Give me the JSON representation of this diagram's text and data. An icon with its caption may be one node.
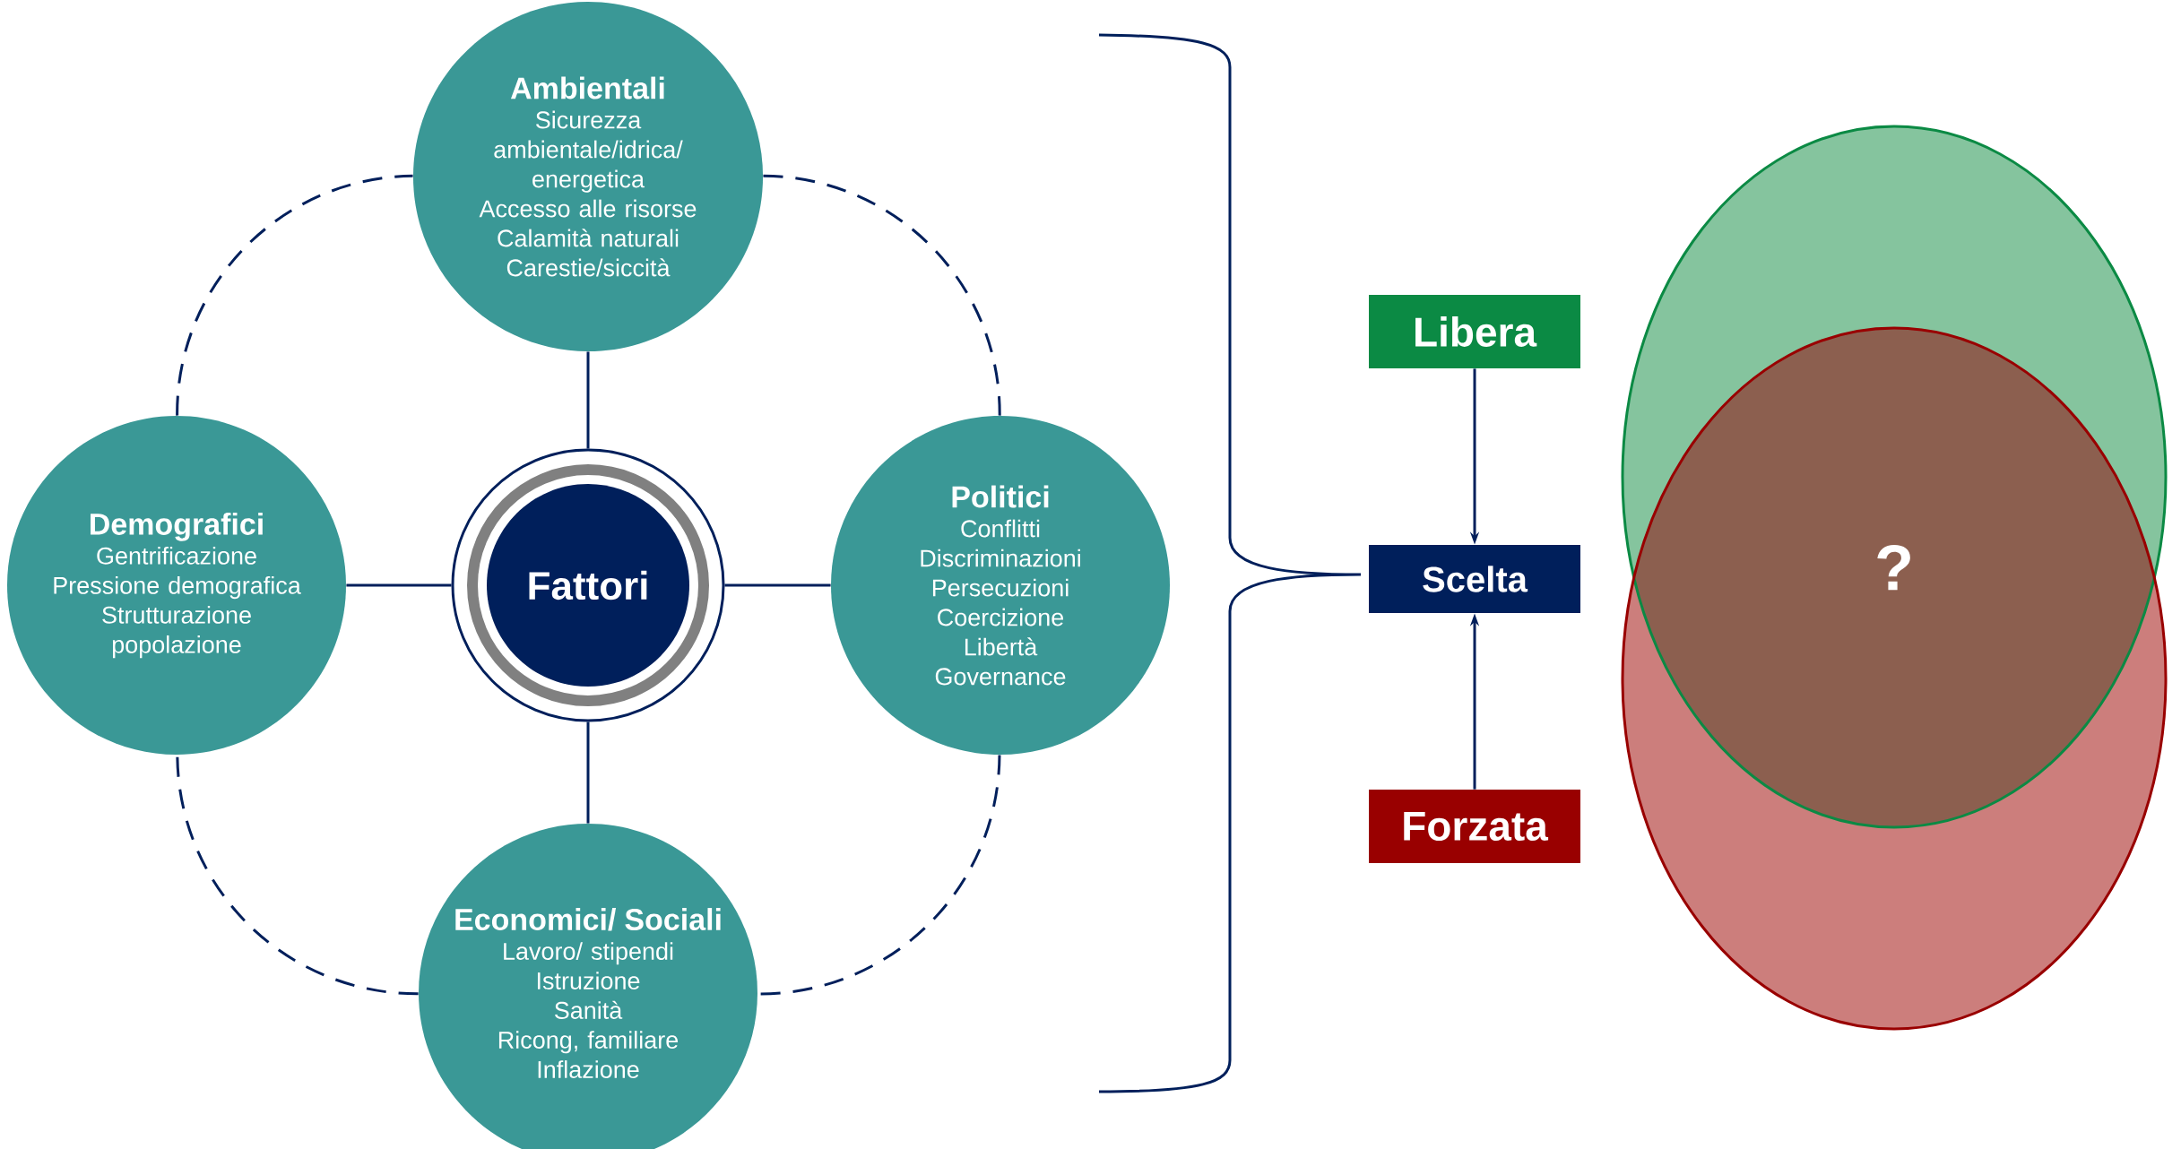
{
  "diagram": {
    "nodes": [
      {
        "text": [
          "Ambientali",
          "Sicurezza ambientale/idrica/ energetica",
          "Accesso alle risorse",
          "Calamità naturali",
          "Carestie/siccità"
        ]
      },
      {
        "text": [
          "Demografici",
          "Gentrificazione",
          "Pressione demografica",
          "Strutturazione popolazione"
        ]
      },
      {
        "text": [
          "Fattori"
        ]
      },
      {
        "text": [
          "Politici",
          "Conflitti",
          "Discriminazioni",
          "Persecuzioni",
          "Coercizione",
          "Libertà",
          "Governance"
        ]
      },
      {
        "text": [
          "Economici/ Sociali",
          "Lavoro/ stipendi",
          "Istruzione",
          "Sanità",
          "Ricong, familiare",
          "Inflazione"
        ]
      },
      {
        "text": [
          "Libera"
        ]
      },
      {
        "text": [
          "Scelta"
        ]
      },
      {
        "text": [
          "Forzata"
        ]
      }
    ],
    "edges": [
      {
        "from": 2,
        "to": 0,
        "arrow": "none"
      },
      {
        "from": 2,
        "to": 1,
        "arrow": "none"
      },
      {
        "from": 2,
        "to": 3,
        "arrow": "none"
      },
      {
        "from": 2,
        "to": 4,
        "arrow": "none"
      },
      {
        "from": 0,
        "to": 3,
        "arrow": "none",
        "style": "dashed"
      },
      {
        "from": 3,
        "to": 4,
        "arrow": "none",
        "style": "dashed"
      },
      {
        "from": 4,
        "to": 1,
        "arrow": "none",
        "style": "dashed"
      },
      {
        "from": 1,
        "to": 0,
        "arrow": "none",
        "style": "dashed"
      },
      {
        "from": 5,
        "to": 6,
        "arrow": "to"
      },
      {
        "from": 7,
        "to": 6,
        "arrow": "to"
      }
    ],
    "labels": [
      "?"
    ]
  }
}
